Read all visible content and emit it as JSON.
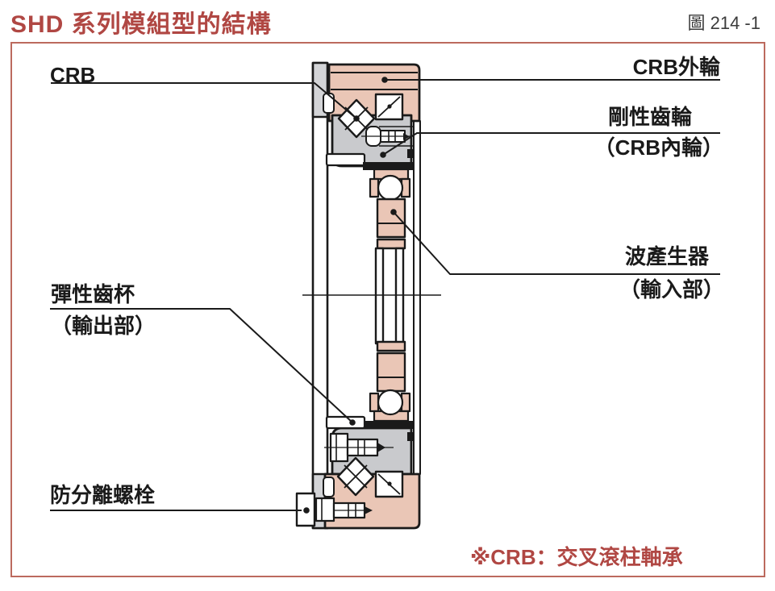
{
  "header": {
    "title": "SHD 系列模組型的結構",
    "figure_label": "圖 214 -1"
  },
  "diagram": {
    "labels": {
      "crb": "CRB",
      "crb_outer_ring": "CRB外輪",
      "rigid_gear": "剛性齒輪",
      "rigid_gear_note": "（CRB內輪）",
      "wave_generator": "波產生器",
      "wave_generator_note": "（輸入部）",
      "flexspline": "彈性齒杯",
      "flexspline_note": "（輸出部）",
      "anti_separation_bolt": "防分離螺栓"
    },
    "footnote": "※CRB：交叉滾柱軸承",
    "colors": {
      "accent_red": "#b04743",
      "panel_border": "#bc6a5e",
      "part_pink": "#eac6b6",
      "part_gray": "#c9cacd",
      "cup_gray": "#d3d4d7",
      "line_black": "#1a1a1a"
    }
  }
}
